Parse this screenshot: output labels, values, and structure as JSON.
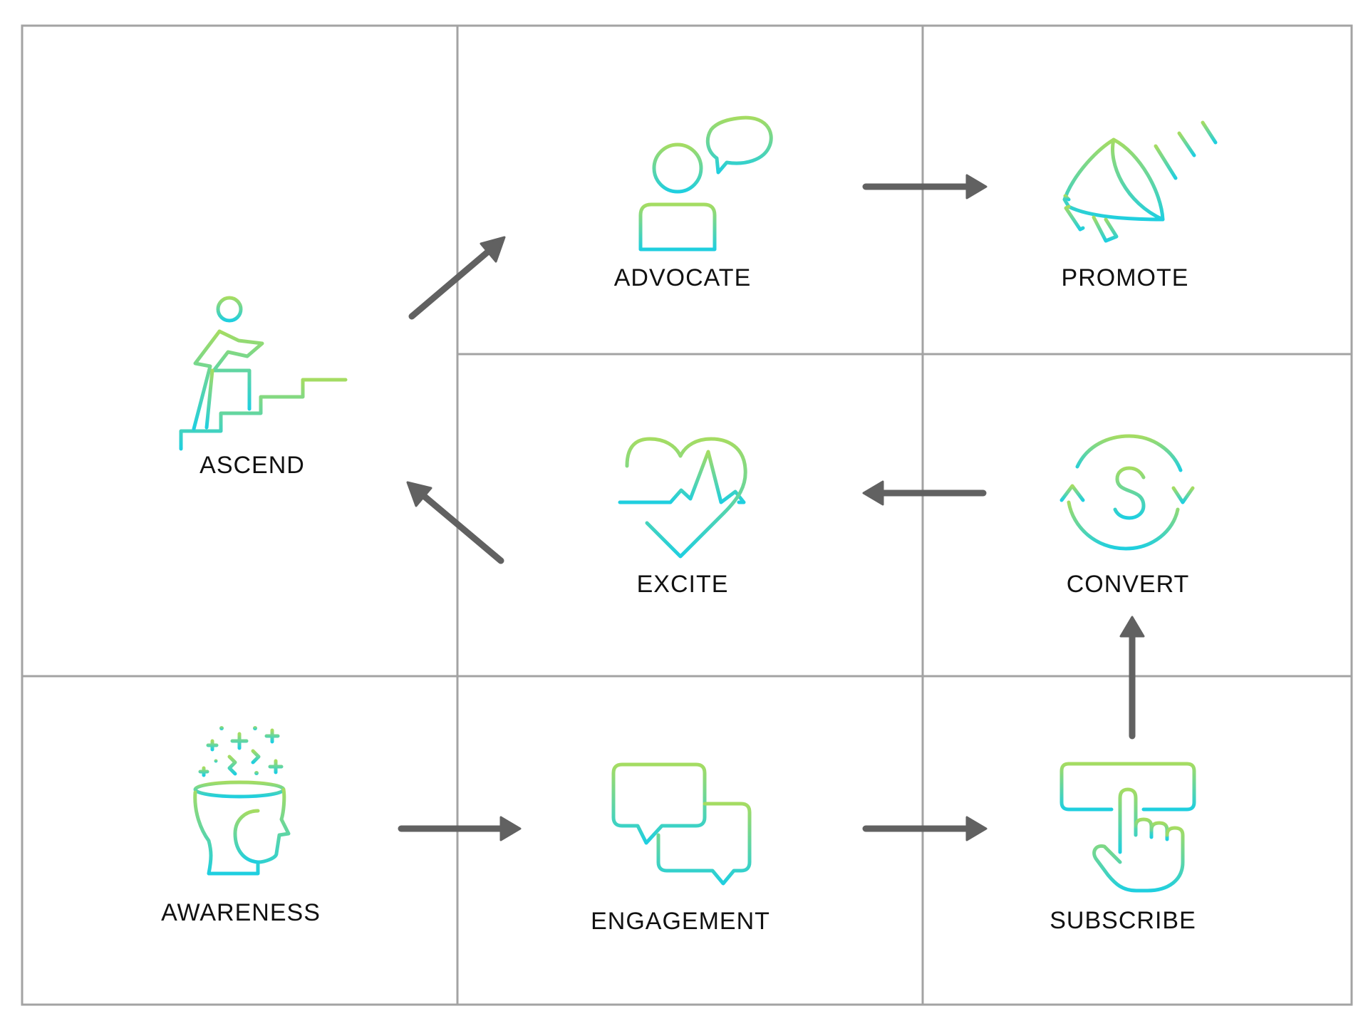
{
  "colors": {
    "grid": "#a3a3a3",
    "arrow": "#616161",
    "icon_gradient_start": "#a5dc62",
    "icon_gradient_end": "#1fcfe0",
    "label": "#111111"
  },
  "stages": {
    "ascend": {
      "label": "ASCEND",
      "icon": "climbing-stairs-icon"
    },
    "advocate": {
      "label": "ADVOCATE",
      "icon": "person-speech-bubble-icon"
    },
    "promote": {
      "label": "PROMOTE",
      "icon": "megaphone-icon"
    },
    "excite": {
      "label": "EXCITE",
      "icon": "heartbeat-icon"
    },
    "convert": {
      "label": "CONVERT",
      "icon": "dollar-cycle-icon"
    },
    "awareness": {
      "label": "AWARENESS",
      "icon": "open-head-sparkles-icon"
    },
    "engagement": {
      "label": "ENGAGEMENT",
      "icon": "chat-bubbles-icon"
    },
    "subscribe": {
      "label": "SUBSCRIBE",
      "icon": "click-button-icon"
    }
  }
}
